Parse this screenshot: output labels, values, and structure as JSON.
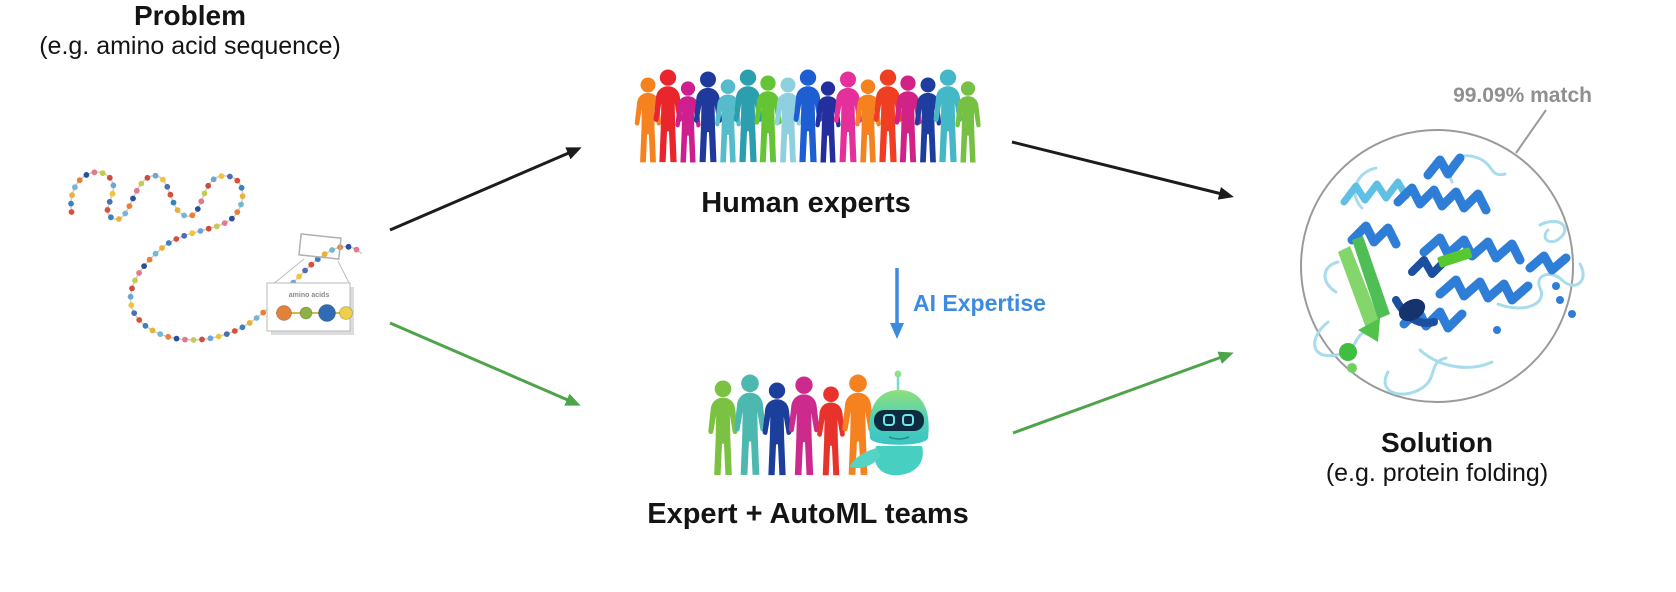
{
  "diagram": {
    "problem": {
      "title": "Problem",
      "subtitle": "(e.g. amino acid sequence)"
    },
    "human_experts": {
      "label": "Human experts"
    },
    "ai_expertise": {
      "label": "AI Expertise"
    },
    "automl_team": {
      "label": "Expert + AutoML teams"
    },
    "solution": {
      "title": "Solution",
      "subtitle": "(e.g. protein folding)",
      "match_badge": "99.09% match"
    },
    "inset_label": "amino acids"
  },
  "colors": {
    "arrow_black": "#1c1c1c",
    "arrow_green": "#4ea44a",
    "arrow_blue": "#3d8be0",
    "annotation_gray": "#9a9a9a",
    "text_black": "#141414",
    "robot_teal": "#47cfc2",
    "protein_blue": "#2e7ed8",
    "protein_green": "#52c24a"
  },
  "icon_palettes": {
    "crowd_large": [
      "#f5821f",
      "#e8262c",
      "#cf1f8f",
      "#20399c",
      "#56bccb",
      "#2b9fae",
      "#64c433",
      "#8fd0e0",
      "#1d5ed2",
      "#232f9c",
      "#e5309b",
      "#f5821f",
      "#ef3f23",
      "#d02287",
      "#1f3d9e",
      "#45b8c8",
      "#76c043"
    ],
    "crowd_small": [
      "#7cc242",
      "#4cb8b0",
      "#1d3f9c",
      "#cc2a8c",
      "#e8332c",
      "#f5821f"
    ],
    "chain_beads": [
      "#d94f3d",
      "#3e7fc1",
      "#e8b23a",
      "#74b6d4",
      "#e8803a",
      "#2a4f9e",
      "#e2798f",
      "#c2cc55",
      "#cc4f3d",
      "#6aa7d8",
      "#efc33e",
      "#4a6fb5"
    ],
    "inset_acids": [
      "#e2813b",
      "#8fb045",
      "#2f6cb5",
      "#ecd04b"
    ]
  }
}
